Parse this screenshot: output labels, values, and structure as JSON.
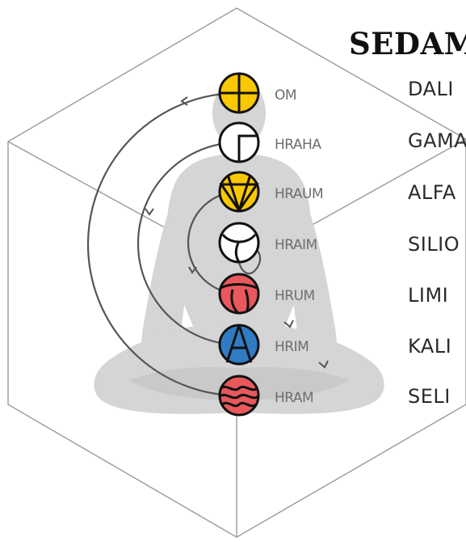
{
  "title": "SEDAM",
  "colors": {
    "yellow": "#f9c800",
    "white": "#ffffff",
    "red": "#e8585c",
    "blue": "#2f7bc4",
    "stroke": "#111111",
    "line": "#9a9a9a",
    "spiral": "#5a5a5a",
    "silhouette": "#d4d4d4"
  },
  "chakras": [
    {
      "mantra": "OM",
      "name": "DALI",
      "color": "yellow",
      "symbol": "cross-circle-icon"
    },
    {
      "mantra": "HRAHA",
      "name": "GAMA",
      "color": "white",
      "symbol": "corner-square-icon"
    },
    {
      "mantra": "HRAUM",
      "name": "ALFA",
      "color": "yellow",
      "symbol": "v-triangle-icon"
    },
    {
      "mantra": "HRAIM",
      "name": "SILIO",
      "color": "white",
      "symbol": "tripod-icon"
    },
    {
      "mantra": "HRUM",
      "name": "LIMI",
      "color": "red",
      "symbol": "ball-icon"
    },
    {
      "mantra": "HRIM",
      "name": "KALI",
      "color": "blue",
      "symbol": "triangle-icon"
    },
    {
      "mantra": "HRAM",
      "name": "SELI",
      "color": "red",
      "symbol": "waves-icon"
    }
  ]
}
